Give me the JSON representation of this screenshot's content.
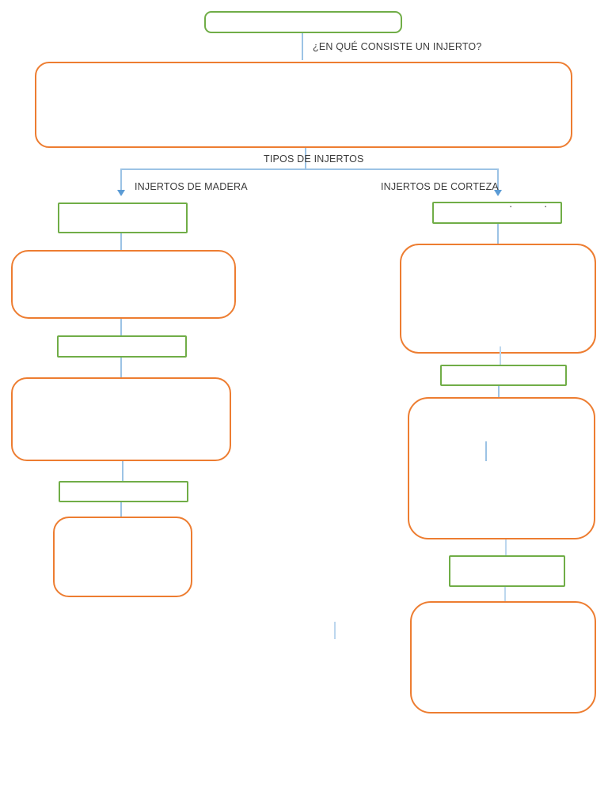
{
  "page": {
    "background": "#ffffff",
    "colors": {
      "page_bg": "#ffffff",
      "green_border": "#70AD47",
      "orange_border": "#ED7D31",
      "connector_blue": "#9CC3E5",
      "connector_faint": "#BDD7EE",
      "arrow_blue": "#5B9BD5",
      "text": "#3B3B3B",
      "artifact_gray": "#595959"
    },
    "header": {
      "question": "¿EN QUÉ CONSISTE UN INJERTO?",
      "section_title": "TIPOS DE INJERTOS"
    },
    "branches": {
      "left": {
        "label": "INJERTOS DE MADERA"
      },
      "right": {
        "label": "INJERTOS DE CORTEZA"
      }
    },
    "artifact_marks": {
      "mark1": "▪",
      "mark2": "▪"
    },
    "nodes": [
      {
        "id": "top-title-box",
        "shape": "green-rect",
        "text": ""
      },
      {
        "id": "definition-box",
        "shape": "orange-rounded",
        "text": ""
      },
      {
        "id": "left-step1-label",
        "shape": "green-rect",
        "text": ""
      },
      {
        "id": "left-step1-detail",
        "shape": "orange-rounded",
        "text": ""
      },
      {
        "id": "left-step2-label",
        "shape": "green-rect",
        "text": ""
      },
      {
        "id": "left-step2-detail",
        "shape": "orange-rounded",
        "text": ""
      },
      {
        "id": "left-step3-label",
        "shape": "green-rect",
        "text": ""
      },
      {
        "id": "left-step3-detail",
        "shape": "orange-rounded",
        "text": ""
      },
      {
        "id": "right-step1-label",
        "shape": "green-rect",
        "text": ""
      },
      {
        "id": "right-step1-detail",
        "shape": "orange-rounded",
        "text": ""
      },
      {
        "id": "right-step2-label",
        "shape": "green-rect",
        "text": ""
      },
      {
        "id": "right-step2-detail",
        "shape": "orange-rounded",
        "text": ""
      },
      {
        "id": "right-step3-label",
        "shape": "green-rect",
        "text": ""
      },
      {
        "id": "right-step3-detail",
        "shape": "orange-rounded",
        "text": ""
      }
    ]
  }
}
